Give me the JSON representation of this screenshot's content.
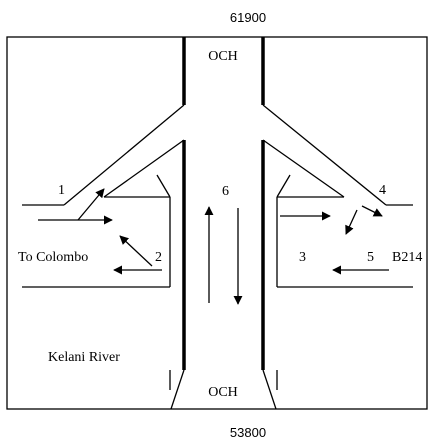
{
  "labels": {
    "top_chainage": "61900",
    "bottom_chainage": "53800",
    "och_top": "OCH",
    "och_bottom": "OCH",
    "to_colombo": "To Colombo",
    "kelani_river": "Kelani River",
    "b214": "B214",
    "movement_1": "1",
    "movement_2": "2",
    "movement_3": "3",
    "movement_4": "4",
    "movement_5": "5",
    "movement_6": "6"
  }
}
